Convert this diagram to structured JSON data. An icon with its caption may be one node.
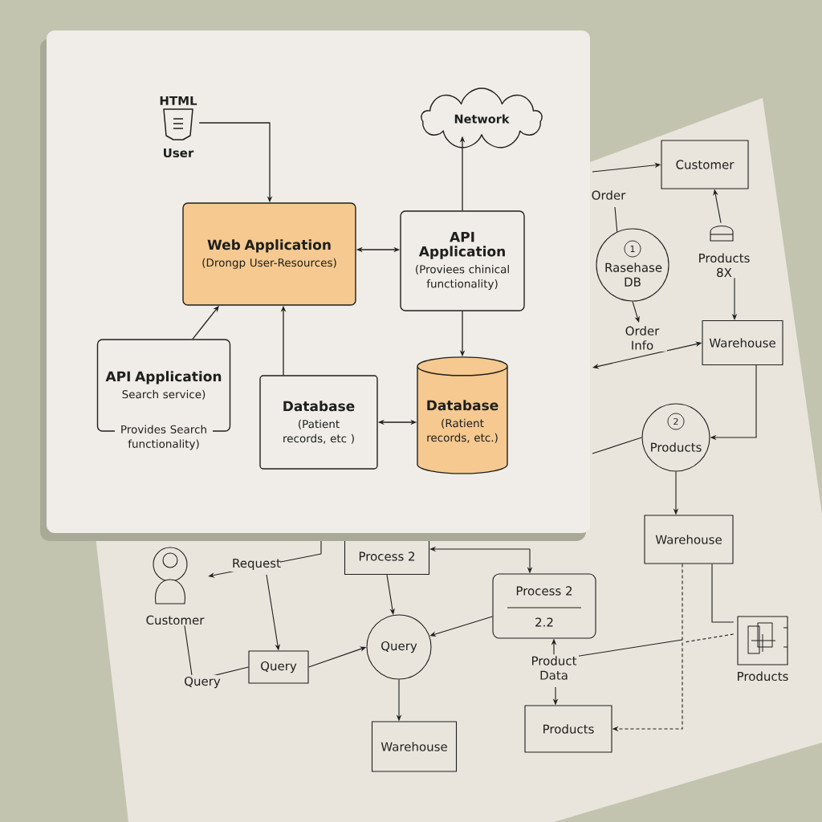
{
  "diagram": {
    "nodes": [
      {
        "text": [
          "HTML",
          "User"
        ]
      },
      {
        "text": [
          "Network"
        ]
      },
      {
        "text": [
          "Web Application",
          "(Drongp User-Resources)"
        ]
      },
      {
        "text": [
          "API Application",
          "(Proviees chinical functionality)"
        ]
      },
      {
        "text": [
          "API Application",
          "Search service)",
          "Provides Search functionality)"
        ]
      },
      {
        "text": [
          "Database",
          "(Patient records, etc )"
        ]
      },
      {
        "text": [
          "Database",
          "(Ratient records, etc.)"
        ]
      },
      {
        "text": [
          "Customer"
        ]
      },
      {
        "text": [
          "1",
          "Rasehase DB"
        ]
      },
      {
        "text": [
          "Products 8X"
        ]
      },
      {
        "text": [
          "Warehouse"
        ]
      },
      {
        "text": [
          "2",
          "Products"
        ]
      },
      {
        "text": [
          "Warehouse"
        ]
      },
      {
        "text": [
          "Customer"
        ]
      },
      {
        "text": [
          "Process 2"
        ]
      },
      {
        "text": [
          "Query"
        ]
      },
      {
        "text": [
          "Query"
        ]
      },
      {
        "text": [
          "Process 2",
          "2.2"
        ]
      },
      {
        "text": [
          "Warehouse"
        ]
      },
      {
        "text": [
          "Products"
        ]
      },
      {
        "text": [
          "Products"
        ]
      }
    ],
    "edges": [
      {
        "from": 0,
        "to": 2,
        "arrow": "to"
      },
      {
        "from": 2,
        "to": 3,
        "arrow": "both"
      },
      {
        "from": 3,
        "to": 1,
        "arrow": "to"
      },
      {
        "from": 4,
        "to": 2,
        "arrow": "to"
      },
      {
        "from": 5,
        "to": 2,
        "arrow": "to"
      },
      {
        "from": 3,
        "to": 6,
        "arrow": "to"
      },
      {
        "from": 5,
        "to": 6,
        "arrow": "both"
      },
      {
        "from": null,
        "to": 7,
        "arrow": "to"
      },
      {
        "from": null,
        "to": 8,
        "arrow": "none",
        "label": "Order"
      },
      {
        "from": 8,
        "to": null,
        "arrow": "to",
        "label": "Order Info"
      },
      {
        "from": null,
        "to": 10,
        "arrow": "both"
      },
      {
        "from": 9,
        "to": 7,
        "arrow": "to"
      },
      {
        "from": 9,
        "to": 10,
        "arrow": "to"
      },
      {
        "from": 10,
        "to": 11,
        "arrow": "to"
      },
      {
        "from": null,
        "to": 11,
        "arrow": "none"
      },
      {
        "from": 11,
        "to": 12,
        "arrow": "to"
      },
      {
        "from": 12,
        "to": 19,
        "arrow": "to",
        "style": "dashed"
      },
      {
        "from": 12,
        "to": 20,
        "arrow": "none"
      },
      {
        "from": 20,
        "to": null,
        "arrow": "none",
        "style": "dashed"
      },
      {
        "from": null,
        "to": 17,
        "arrow": "to",
        "label": "Product Data"
      },
      {
        "from": null,
        "to": 19,
        "arrow": "to"
      },
      {
        "from": null,
        "to": 13,
        "arrow": "to",
        "label": "Request"
      },
      {
        "from": null,
        "to": 15,
        "arrow": "to"
      },
      {
        "from": 13,
        "to": 15,
        "arrow": "none",
        "label": "Query"
      },
      {
        "from": 15,
        "to": 16,
        "arrow": "to"
      },
      {
        "from": 14,
        "to": 16,
        "arrow": "to"
      },
      {
        "from": null,
        "to": 14,
        "arrow": "to"
      },
      {
        "from": null,
        "to": 17,
        "arrow": "to"
      },
      {
        "from": 17,
        "to": 16,
        "arrow": "to"
      },
      {
        "from": 16,
        "to": 18,
        "arrow": "to"
      }
    ]
  }
}
